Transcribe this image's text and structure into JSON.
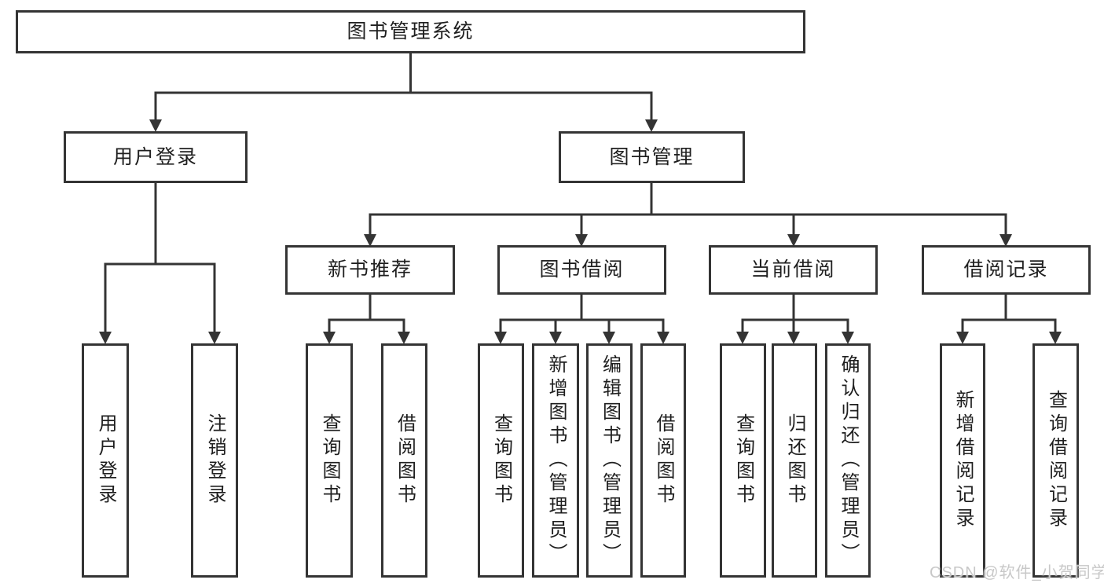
{
  "diagram_title": "图书管理系统",
  "colors": {
    "line": "#343434",
    "box_border": "#343434",
    "text": "#1f1f1f",
    "background": "#ffffff",
    "watermark": "#c8c8c8"
  },
  "nodes": {
    "root": {
      "label": "图书管理系统"
    },
    "userLogin": {
      "label": "用户登录"
    },
    "bookManage": {
      "label": "图书管理"
    },
    "newBookRec": {
      "label": "新书推荐"
    },
    "bookBorrow": {
      "label": "图书借阅"
    },
    "currentBorrow": {
      "label": "当前借阅"
    },
    "borrowRecords": {
      "label": "借阅记录"
    },
    "leafUserLogin": {
      "label": "用户登录"
    },
    "leafLogout": {
      "label": "注销登录"
    },
    "leafQueryBooks1": {
      "label": "查询图书"
    },
    "leafBorrowBooks1": {
      "label": "借阅图书"
    },
    "leafQueryBooks2": {
      "label": "查询图书"
    },
    "leafAddBooks": {
      "label": "新增图书（管理员）"
    },
    "leafEditBooks": {
      "label": "编辑图书（管理员）"
    },
    "leafBorrowBooks2": {
      "label": "借阅图书"
    },
    "leafQueryBooks3": {
      "label": "查询图书"
    },
    "leafReturnBooks": {
      "label": "归还图书"
    },
    "leafConfirmReturn": {
      "label": "确认归还（管理员）"
    },
    "leafAddRecord": {
      "label": "新增借阅记录"
    },
    "leafQueryRecord": {
      "label": "查询借阅记录"
    }
  },
  "hierarchy": [
    {
      "parent": "图书管理系统",
      "children": [
        "用户登录",
        "图书管理"
      ]
    },
    {
      "parent": "用户登录",
      "children": [
        "用户登录",
        "注销登录"
      ]
    },
    {
      "parent": "图书管理",
      "children": [
        "新书推荐",
        "图书借阅",
        "当前借阅",
        "借阅记录"
      ]
    },
    {
      "parent": "新书推荐",
      "children": [
        "查询图书",
        "借阅图书"
      ]
    },
    {
      "parent": "图书借阅",
      "children": [
        "查询图书",
        "新增图书（管理员）",
        "编辑图书（管理员）",
        "借阅图书"
      ]
    },
    {
      "parent": "当前借阅",
      "children": [
        "查询图书",
        "归还图书",
        "确认归还（管理员）"
      ]
    },
    {
      "parent": "借阅记录",
      "children": [
        "新增借阅记录",
        "查询借阅记录"
      ]
    }
  ],
  "watermark": {
    "text": "CSDN @软件_小贺同学"
  }
}
